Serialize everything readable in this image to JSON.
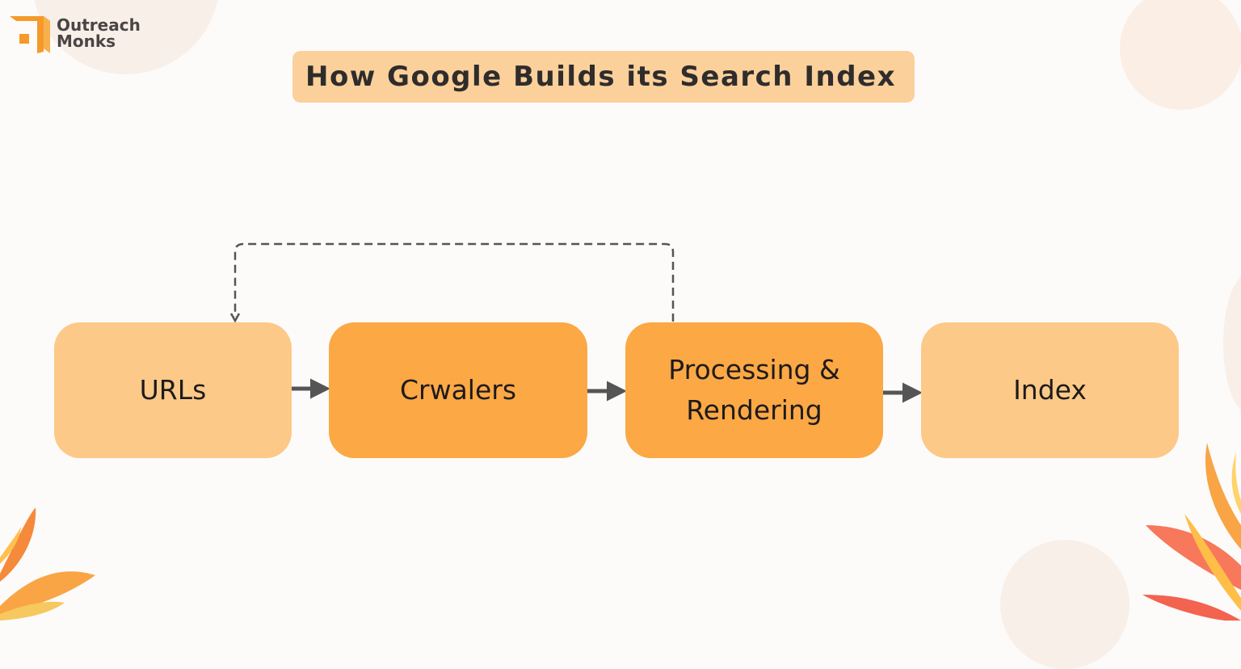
{
  "brand": {
    "line1": "Outreach",
    "line2": "Monks"
  },
  "title": "How Google Builds its Search Index",
  "nodes": [
    {
      "id": "urls",
      "label": "URLs"
    },
    {
      "id": "crawlers",
      "label": "Crwalers"
    },
    {
      "id": "processing",
      "label_line1": "Processing &",
      "label_line2": "Rendering"
    },
    {
      "id": "index",
      "label": "Index"
    }
  ],
  "edges": [
    {
      "from": "urls",
      "to": "crawlers",
      "style": "solid"
    },
    {
      "from": "crawlers",
      "to": "processing",
      "style": "solid"
    },
    {
      "from": "processing",
      "to": "index",
      "style": "solid"
    },
    {
      "from": "processing",
      "to": "urls",
      "style": "dashed"
    }
  ],
  "colors": {
    "node_light": "#fdc988",
    "node_dark": "#fca845",
    "title_bg": "#fbd09a",
    "arrow": "#555555",
    "brand_orange": "#f59a2a"
  },
  "icons": {
    "logo": "outreach-monks-logo-icon"
  }
}
